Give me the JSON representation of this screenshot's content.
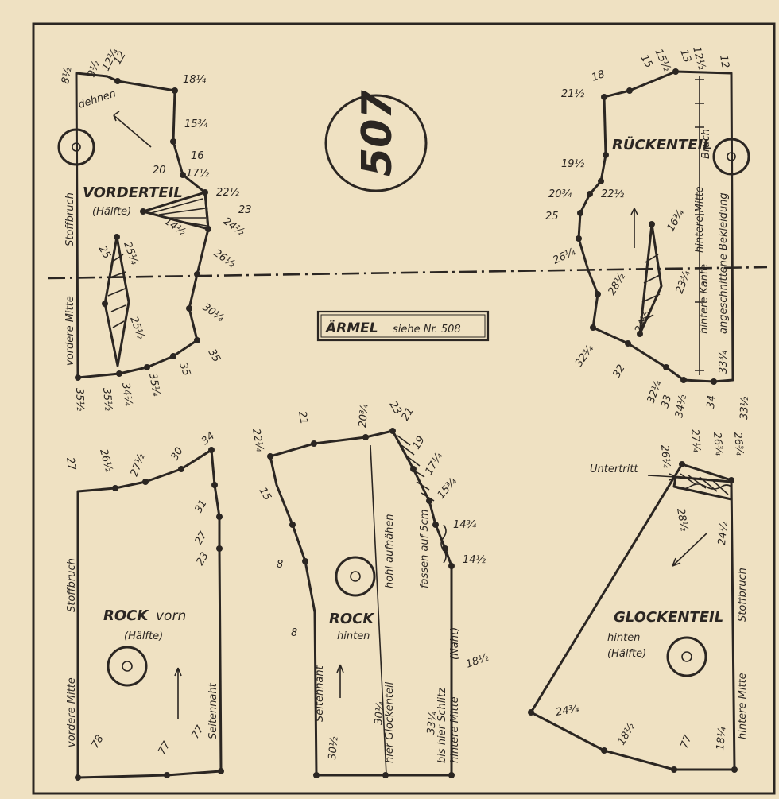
{
  "pattern_number": "507",
  "sleeve_note": {
    "label": "ÄRMEL",
    "note": "siehe Nr. 508"
  },
  "front_bodice": {
    "title": "VORDERTEIL",
    "subtitle": "(Hälfte)",
    "fold_label": "Stoffbruch",
    "center_label": "vordere Mitte",
    "dehnen_label": "dehnen",
    "measures": [
      "8½",
      "9½",
      "12¼",
      "12",
      "18¼",
      "15¾",
      "16",
      "20",
      "17½",
      "22½",
      "23",
      "24½",
      "26½",
      "30¼",
      "35",
      "35",
      "35¼",
      "34¼",
      "35½",
      "35½",
      "25",
      "25¼",
      "25½",
      "14½"
    ]
  },
  "back_bodice": {
    "title": "RÜCKENTEIL",
    "fold_label": "Bruch",
    "center_label": "hintere Mitte",
    "edge_label": "hintere Kante",
    "cut_on_label": "angeschnittene Bekleidung",
    "measures": [
      "12",
      "12½",
      "13",
      "15½",
      "15",
      "18",
      "21½",
      "19½",
      "20¾",
      "22½",
      "25",
      "26¼",
      "28½",
      "16¾",
      "23¾",
      "24½",
      "32¾",
      "32",
      "32¼",
      "33",
      "34½",
      "34",
      "33½",
      "33¾"
    ]
  },
  "front_skirt": {
    "title": "ROCK",
    "title_suffix": "vorn",
    "subtitle": "(Hälfte)",
    "fold_label": "Stoffbruch",
    "center_label": "vordere Mitte",
    "side_label": "Seitennaht",
    "measures": [
      "27",
      "26½",
      "27½",
      "30",
      "34",
      "31",
      "27",
      "23",
      "78",
      "77",
      "77"
    ]
  },
  "back_skirt": {
    "title": "ROCK",
    "subtitle": "hinten",
    "side_label": "Seitennaht",
    "gore_note": "hier Glockenteil",
    "hollow_note": "hohl aufnähen",
    "seam_label": "(Naht)",
    "slit_note": "bis hier Schlitz",
    "center_label": "hintere Mitte",
    "gather_note": "fassen auf 5cm",
    "measures": [
      "22¼",
      "21",
      "20¾",
      "23",
      "21",
      "19",
      "17¼",
      "15¾",
      "15",
      "14¾",
      "14½",
      "8",
      "8",
      "18½",
      "30½",
      "30¼",
      "33¼"
    ]
  },
  "gore": {
    "title": "GLOCKENTEIL",
    "subtitle": "hinten",
    "subtitle2": "(Hälfte)",
    "underlap_label": "Untertritt",
    "fold_label": "Stoffbruch",
    "center_label": "hintere Mitte",
    "measures": [
      "26¼",
      "27¼",
      "26¾",
      "26¾",
      "28½",
      "24½",
      "24¾",
      "18½",
      "77",
      "18¼"
    ]
  }
}
